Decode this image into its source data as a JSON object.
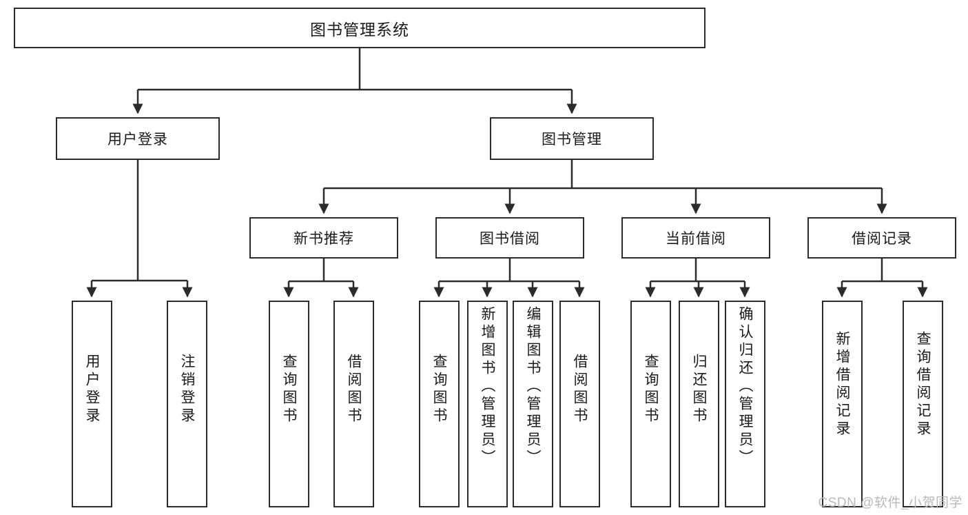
{
  "diagram": {
    "title": "图书管理系统",
    "watermark": "CSDN @软件_小贺同学",
    "line_color": "#2b2b2b",
    "box_fill": "#ffffff",
    "text_color": "#1a1a1a",
    "watermark_color": "#b9b9b9",
    "root": {
      "label": "图书管理系统"
    },
    "tier2": [
      {
        "label": "用户登录"
      },
      {
        "label": "图书管理"
      }
    ],
    "tier3": [
      {
        "label": "新书推荐"
      },
      {
        "label": "图书借阅"
      },
      {
        "label": "当前借阅"
      },
      {
        "label": "借阅记录"
      }
    ],
    "leaves": [
      {
        "label": "用户登录",
        "parent": "用户登录"
      },
      {
        "label": "注销登录",
        "parent": "用户登录"
      },
      {
        "label": "查询图书",
        "parent": "新书推荐"
      },
      {
        "label": "借阅图书",
        "parent": "新书推荐"
      },
      {
        "label": "查询图书",
        "parent": "图书借阅"
      },
      {
        "label": "新增图书（管理员）",
        "parent": "图书借阅"
      },
      {
        "label": "编辑图书（管理员）",
        "parent": "图书借阅"
      },
      {
        "label": "借阅图书",
        "parent": "图书借阅"
      },
      {
        "label": "查询图书",
        "parent": "当前借阅"
      },
      {
        "label": "归还图书",
        "parent": "当前借阅"
      },
      {
        "label": "确认归还（管理员）",
        "parent": "当前借阅"
      },
      {
        "label": "新增借阅记录",
        "parent": "借阅记录"
      },
      {
        "label": "查询借阅记录",
        "parent": "借阅记录"
      }
    ]
  }
}
